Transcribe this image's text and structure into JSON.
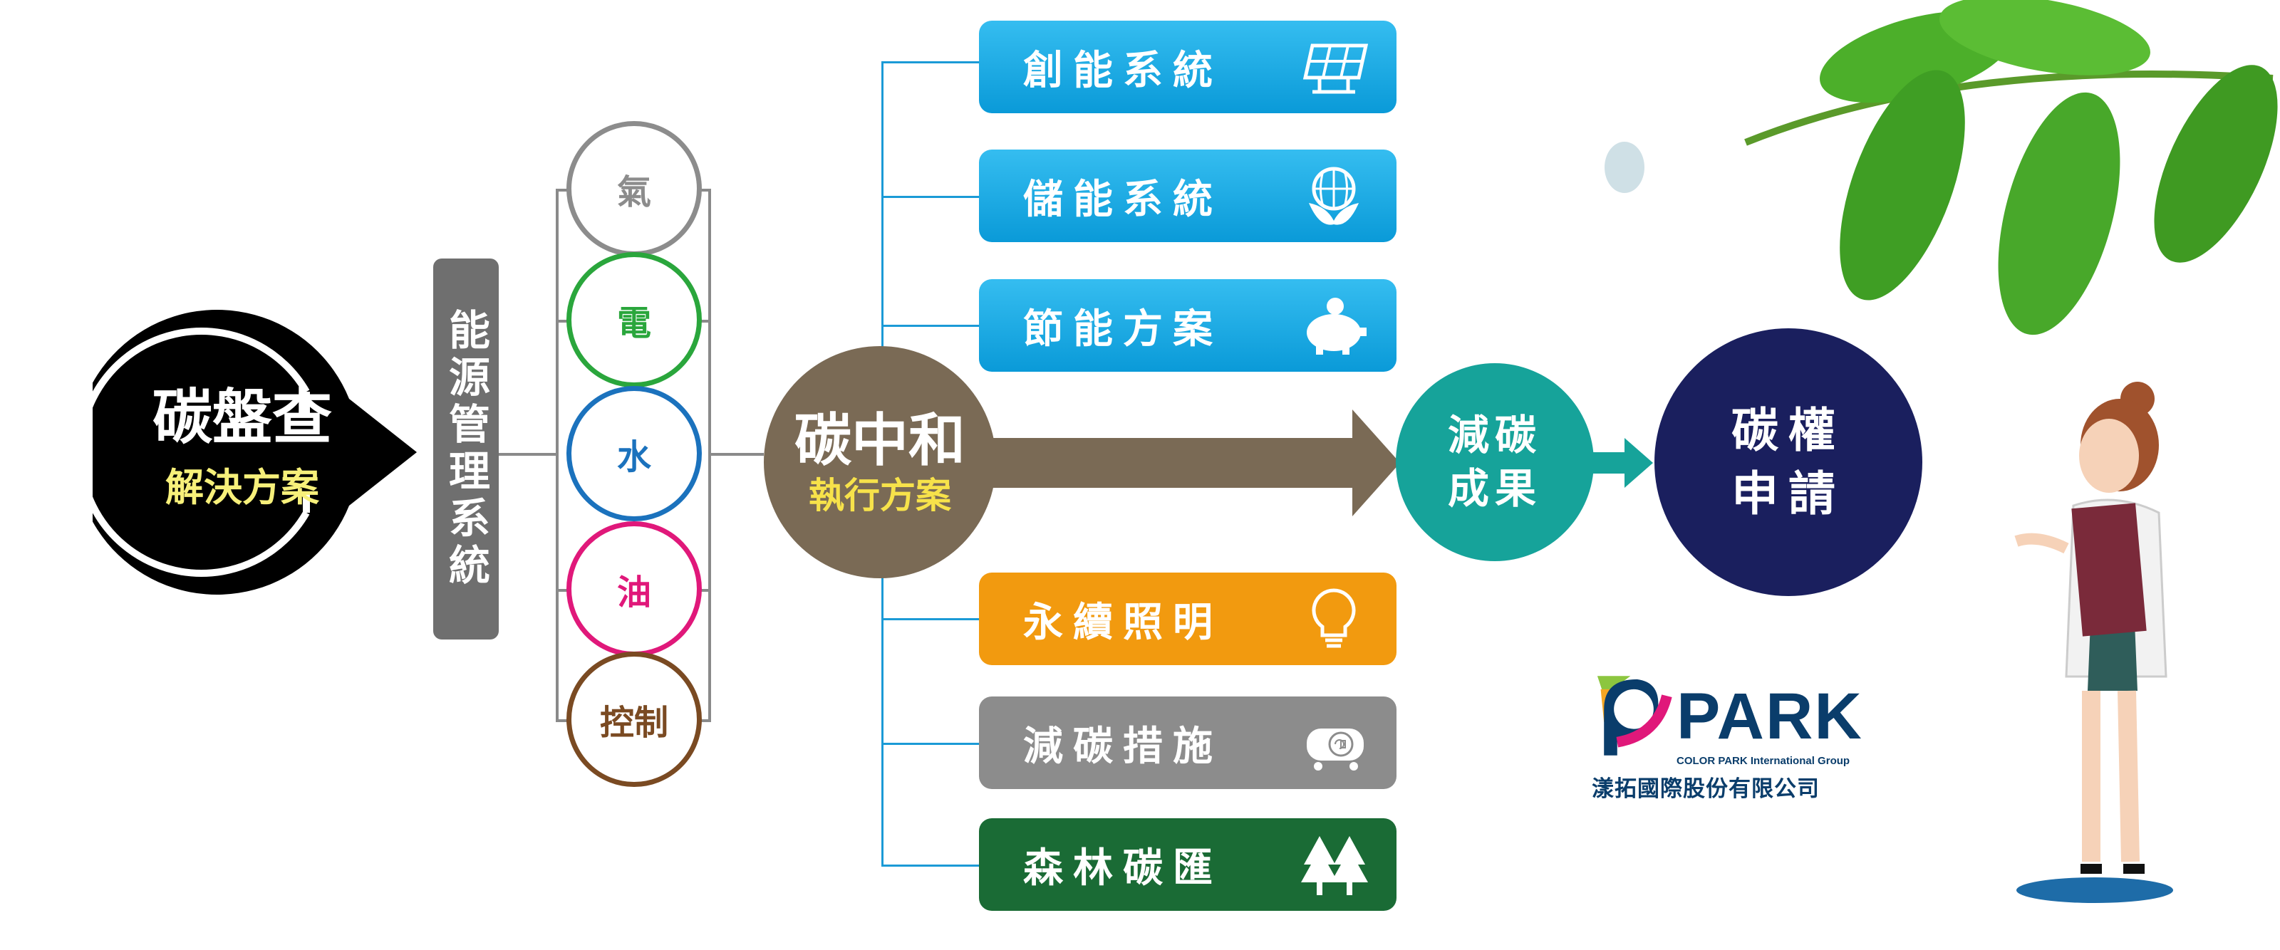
{
  "start": {
    "title": "碳盤查",
    "subtitle": "解決方案"
  },
  "energy_system": {
    "label": "能源管理系統"
  },
  "resources": [
    {
      "label": "氣",
      "color": "#8c8c8c"
    },
    {
      "label": "電",
      "color": "#2aa63c"
    },
    {
      "label": "水",
      "color": "#1b72bd"
    },
    {
      "label": "油",
      "color": "#e0187a"
    },
    {
      "label": "控制",
      "color": "#7a4a22"
    }
  ],
  "center": {
    "title": "碳中和",
    "subtitle": "執行方案"
  },
  "solutions": [
    {
      "label": "創能系統",
      "icon": "solar-panel-icon",
      "color": "#0a9ad8"
    },
    {
      "label": "儲能系統",
      "icon": "globe-leaf-icon",
      "color": "#0a9ad8"
    },
    {
      "label": "節能方案",
      "icon": "piggy-bank-icon",
      "color": "#0a9ad8"
    },
    {
      "label": "永續照明",
      "icon": "light-bulb-icon",
      "color": "#f29a0f"
    },
    {
      "label": "減碳措施",
      "icon": "co2-tank-icon",
      "color": "#8c8c8c"
    },
    {
      "label": "森林碳匯",
      "icon": "trees-icon",
      "color": "#1a6b35"
    }
  ],
  "result": {
    "line1": "減碳",
    "line2": "成果"
  },
  "final": {
    "line1": "碳權",
    "line2": "申請"
  },
  "logo": {
    "brand": "PARK",
    "tagline": "COLOR PARK International Group",
    "company": "漾拓國際股份有限公司"
  }
}
